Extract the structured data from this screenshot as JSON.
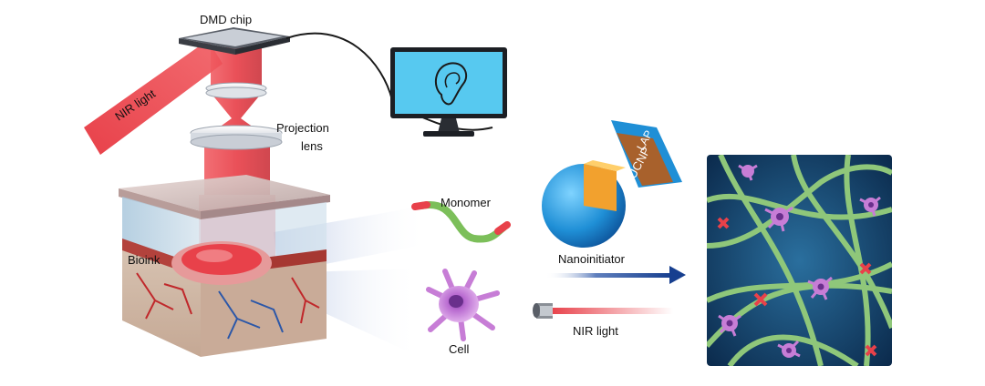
{
  "labels": {
    "dmd_chip": "DMD chip",
    "nir_light_beam": "NIR light",
    "projection": "Projection",
    "lens": "lens",
    "bioink": "Bioink",
    "monomer": "Monomer",
    "cell": "Cell",
    "nanoinitiator": "Nanoinitiator",
    "nir_light_fiber": "NIR light",
    "lap": "LAP",
    "ucnp": "UCNP"
  },
  "colors": {
    "nir_red": "#e8414a",
    "monitor_screen": "#57c9f0",
    "sphere_blue": "#1f8fd6",
    "ucnp_brown": "#a8612c",
    "arrow_blue": "#173f8f",
    "fiber_green": "#8fc77a",
    "hydrogel_bg": "#123b62",
    "cell_purple": "#c77dd6"
  },
  "icons": {
    "monitor_content": "ear-icon"
  }
}
